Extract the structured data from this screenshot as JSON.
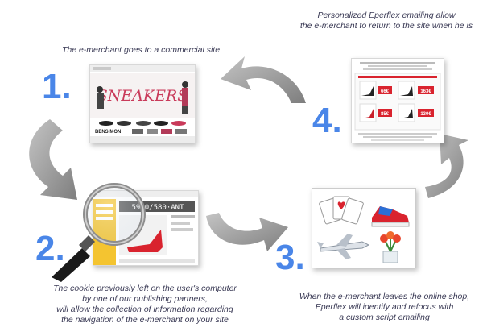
{
  "steps": [
    {
      "number": "1.",
      "caption": [
        "The e-merchant  goes to a commercial site"
      ],
      "image_text": "SNEAKERS",
      "brand": "BENSIMON"
    },
    {
      "number": "2.",
      "caption": [
        "The cookie previously left on the user's computer",
        "by one of our publishing partners,",
        "will allow the collection of information regarding",
        "the navigation of the e-merchant on your site"
      ],
      "image_text": "5950/580·ANT"
    },
    {
      "number": "3.",
      "caption": [
        "When the e-merchant leaves the online shop,",
        "Eperflex will identify and refocus with",
        "a custom script emailing"
      ]
    },
    {
      "number": "4.",
      "caption": [
        "Personalized Eperflex emailing allow",
        "the e-merchant to return to the site when he is"
      ],
      "prices": [
        "66€",
        "163€",
        "85€",
        "130€"
      ]
    }
  ],
  "colors": {
    "number": "#4a86e8",
    "caption": "#3a3a55",
    "arrow": "#9a9a9a",
    "price_box": "#d9232e"
  },
  "icons": [
    "magnifier-icon",
    "cards-icon",
    "sneaker-icon",
    "plane-icon",
    "flowers-icon",
    "shoe-icon",
    "curved-arrow-icon"
  ]
}
